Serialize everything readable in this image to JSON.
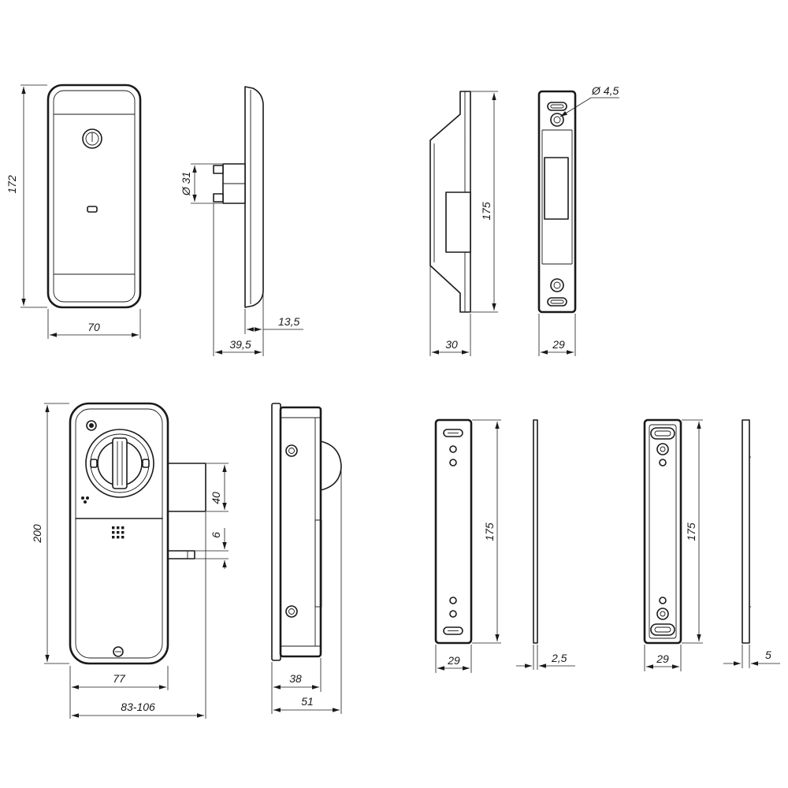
{
  "dimensions": {
    "faceplate_height": "172",
    "faceplate_width": "70",
    "knob_diameter": "Ø 31",
    "faceplate_depth": "13,5",
    "total_projection": "39,5",
    "strike_length": "175",
    "strike_depth": "30",
    "strike_front_width": "29",
    "screw_hole_diameter": "Ø 4,5",
    "lock_body_height": "200",
    "bolt_height": "40",
    "latch_height": "6",
    "lock_body_width": "77",
    "backset_range": "83-106",
    "side_body_depth": "38",
    "side_total_depth": "51",
    "plate_a_length": "175",
    "plate_a_width": "29",
    "plate_a_thickness": "2,5",
    "plate_b_length": "175",
    "plate_b_width": "29",
    "plate_b_thickness": "5"
  },
  "colors": {
    "line": "#1a1a1a",
    "background": "#ffffff"
  }
}
